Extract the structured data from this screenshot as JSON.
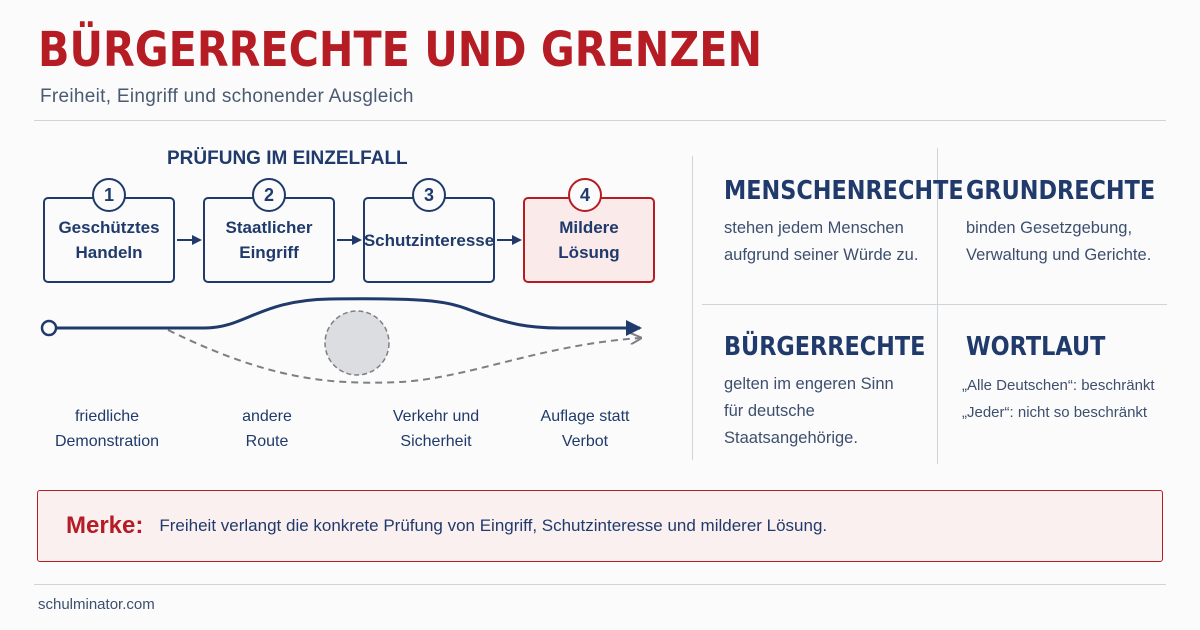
{
  "header": {
    "title": "BÜRGERRECHTE UND GRENZEN",
    "subtitle": "Freiheit, Eingriff und schonender Ausgleich"
  },
  "pruefung": {
    "heading": "PRÜFUNG IM EINZELFALL",
    "steps": [
      {
        "number": "1",
        "label": "Geschütztes\nHandeln"
      },
      {
        "number": "2",
        "label": "Staatlicher\nEingriff"
      },
      {
        "number": "3",
        "label": "Schutzinteresse"
      },
      {
        "number": "4",
        "label": "Mildere\nLösung"
      }
    ],
    "captions": [
      "friedliche\nDemonstration",
      "andere\nRoute",
      "Verkehr und\nSicherheit",
      "Auflage statt\nVerbot"
    ]
  },
  "cards": [
    {
      "title": "MENSCHENRECHTE",
      "text": "stehen jedem Menschen\naufgrund seiner Würde zu."
    },
    {
      "title": "GRUNDRECHTE",
      "text": "binden Gesetzgebung,\nVerwaltung und Gerichte."
    },
    {
      "title": "BÜRGERRECHTE",
      "text": "gelten im engeren Sinn\nfür deutsche\nStaatsangehörige."
    },
    {
      "title": "WORTLAUT",
      "text": "„Alle Deutschen“: beschränkt\n„Jeder“: nicht so beschränkt"
    }
  ],
  "merke": {
    "label": "Merke:",
    "text": "Freiheit verlangt die konkrete Prüfung von Eingriff, Schutzinteresse und milderer Lösung."
  },
  "footer": {
    "source": "schulminator.com"
  },
  "colors": {
    "accent_red": "#b51c24",
    "navy": "#1f3a6b",
    "light_red": "#fbeaea",
    "grey_obstacle": "#dcdde0"
  }
}
